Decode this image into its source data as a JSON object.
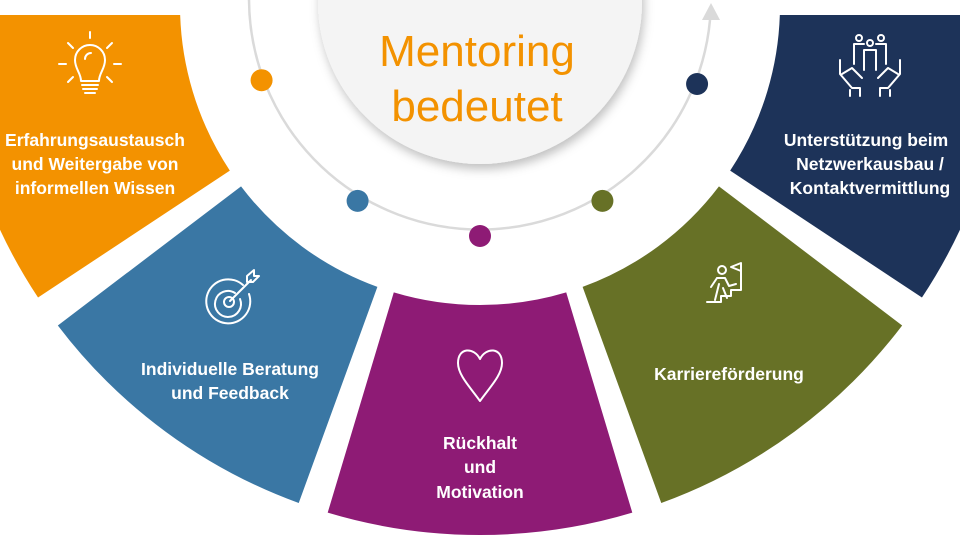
{
  "title": {
    "line1": "Mentoring",
    "line2": "bedeutet"
  },
  "colors": {
    "orange": "#F39200",
    "blue": "#3A77A4",
    "purple": "#8E1B75",
    "olive": "#677126",
    "navy": "#1D3359",
    "accent_text": "#F39200",
    "track": "#DADADA",
    "center_disc": "#F4F4F4"
  },
  "segments": [
    {
      "id": "erfahrung",
      "color": "#F39200",
      "icon": "lightbulb-icon",
      "lines": [
        "Erfahrungsaustausch",
        "und Weitergabe von",
        "informellen Wissen"
      ]
    },
    {
      "id": "beratung",
      "color": "#3A77A4",
      "icon": "target-icon",
      "lines": [
        "Individuelle Beratung",
        "und Feedback"
      ]
    },
    {
      "id": "rueckhalt",
      "color": "#8E1B75",
      "icon": "heart-icon",
      "lines": [
        "Rückhalt",
        "und",
        "Motivation"
      ]
    },
    {
      "id": "karriere",
      "color": "#677126",
      "icon": "stairs-climber-icon",
      "lines": [
        "Karriereförderung"
      ]
    },
    {
      "id": "netzwerk",
      "color": "#1D3359",
      "icon": "hands-people-icon",
      "lines": [
        "Unterstützung beim",
        "Netzwerkausbau /",
        "Kontaktvermittlung"
      ]
    }
  ]
}
